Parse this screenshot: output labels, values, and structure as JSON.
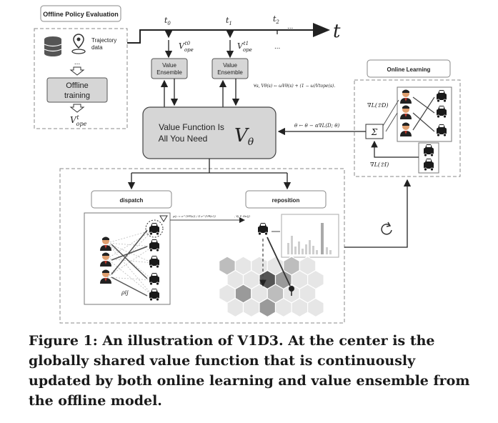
{
  "boxes": {
    "offline_policy_evaluation": "Offline Policy Evaluation",
    "trajectory_data": [
      "Trajectory",
      "data"
    ],
    "ellipsis": "...",
    "offline_training": [
      "Offline",
      "training"
    ],
    "v_ope_t": "V",
    "value_ensemble": [
      "Value",
      "Ensemble"
    ],
    "value_function": [
      "Value Function Is",
      "All You Need"
    ],
    "v_theta": "V",
    "online_learning": "Online Learning",
    "dispatch": "dispatch",
    "reposition": "reposition"
  },
  "timeline": {
    "t": "t",
    "t0": "t",
    "t1": "t",
    "t2": "t",
    "dots": "...",
    "dots2": "..."
  },
  "formulas": {
    "update_rule": "∀s, Vθ(s) ← ωVθ(s) + (1 − ω)Vtope(s).",
    "gradient_rule": "θ ← θ − α∇L(D; θ)",
    "sigma": "Σ",
    "grad_d": "∇L(𝔇D)",
    "grad_r": "∇L(𝔇I)",
    "rho": "ρij",
    "dispatch_formula": "ρij := e^(Vθ(s)) / Σ e^(Vθ(s'))",
    "dispatch_cond": ", ∀j ∈ Ωn(j)"
  },
  "caption": "Figure 1: An illustration of V1D3. At the center is the globally shared value function that is continuously updated by both online learning and value ensemble from the offline model.",
  "colors": {
    "box_fill": "#d6d6d6",
    "dash": "#888888",
    "hex_dark": "#555555",
    "hex_mid": "#9a9a9a",
    "hex_light": "#e6e6e6"
  },
  "icons": [
    "database-icon",
    "location-pin-icon",
    "car-icon",
    "driver-avatar-icon",
    "refresh-icon",
    "bar-chart-icon"
  ]
}
